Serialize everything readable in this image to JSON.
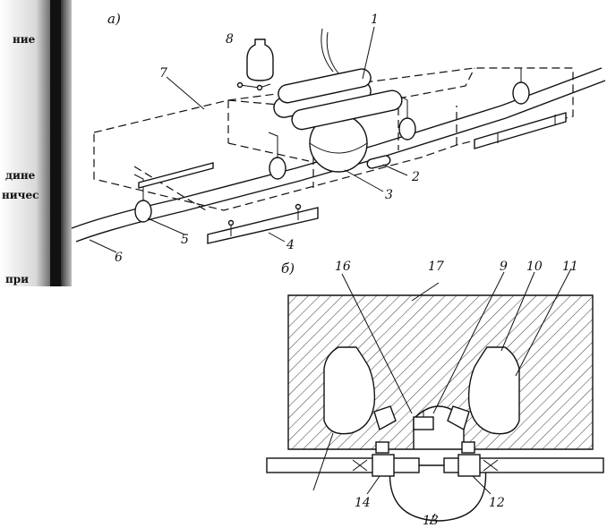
{
  "margin_text": [
    "ние",
    "дине",
    "ничес",
    "при"
  ],
  "figure_a": {
    "caption": "а)",
    "labels": [
      "1",
      "2",
      "3",
      "4",
      "5",
      "6",
      "7",
      "8"
    ]
  },
  "figure_b": {
    "caption": "б)",
    "labels": [
      "9",
      "10",
      "11",
      "12",
      "13",
      "14",
      "16",
      "17"
    ]
  }
}
